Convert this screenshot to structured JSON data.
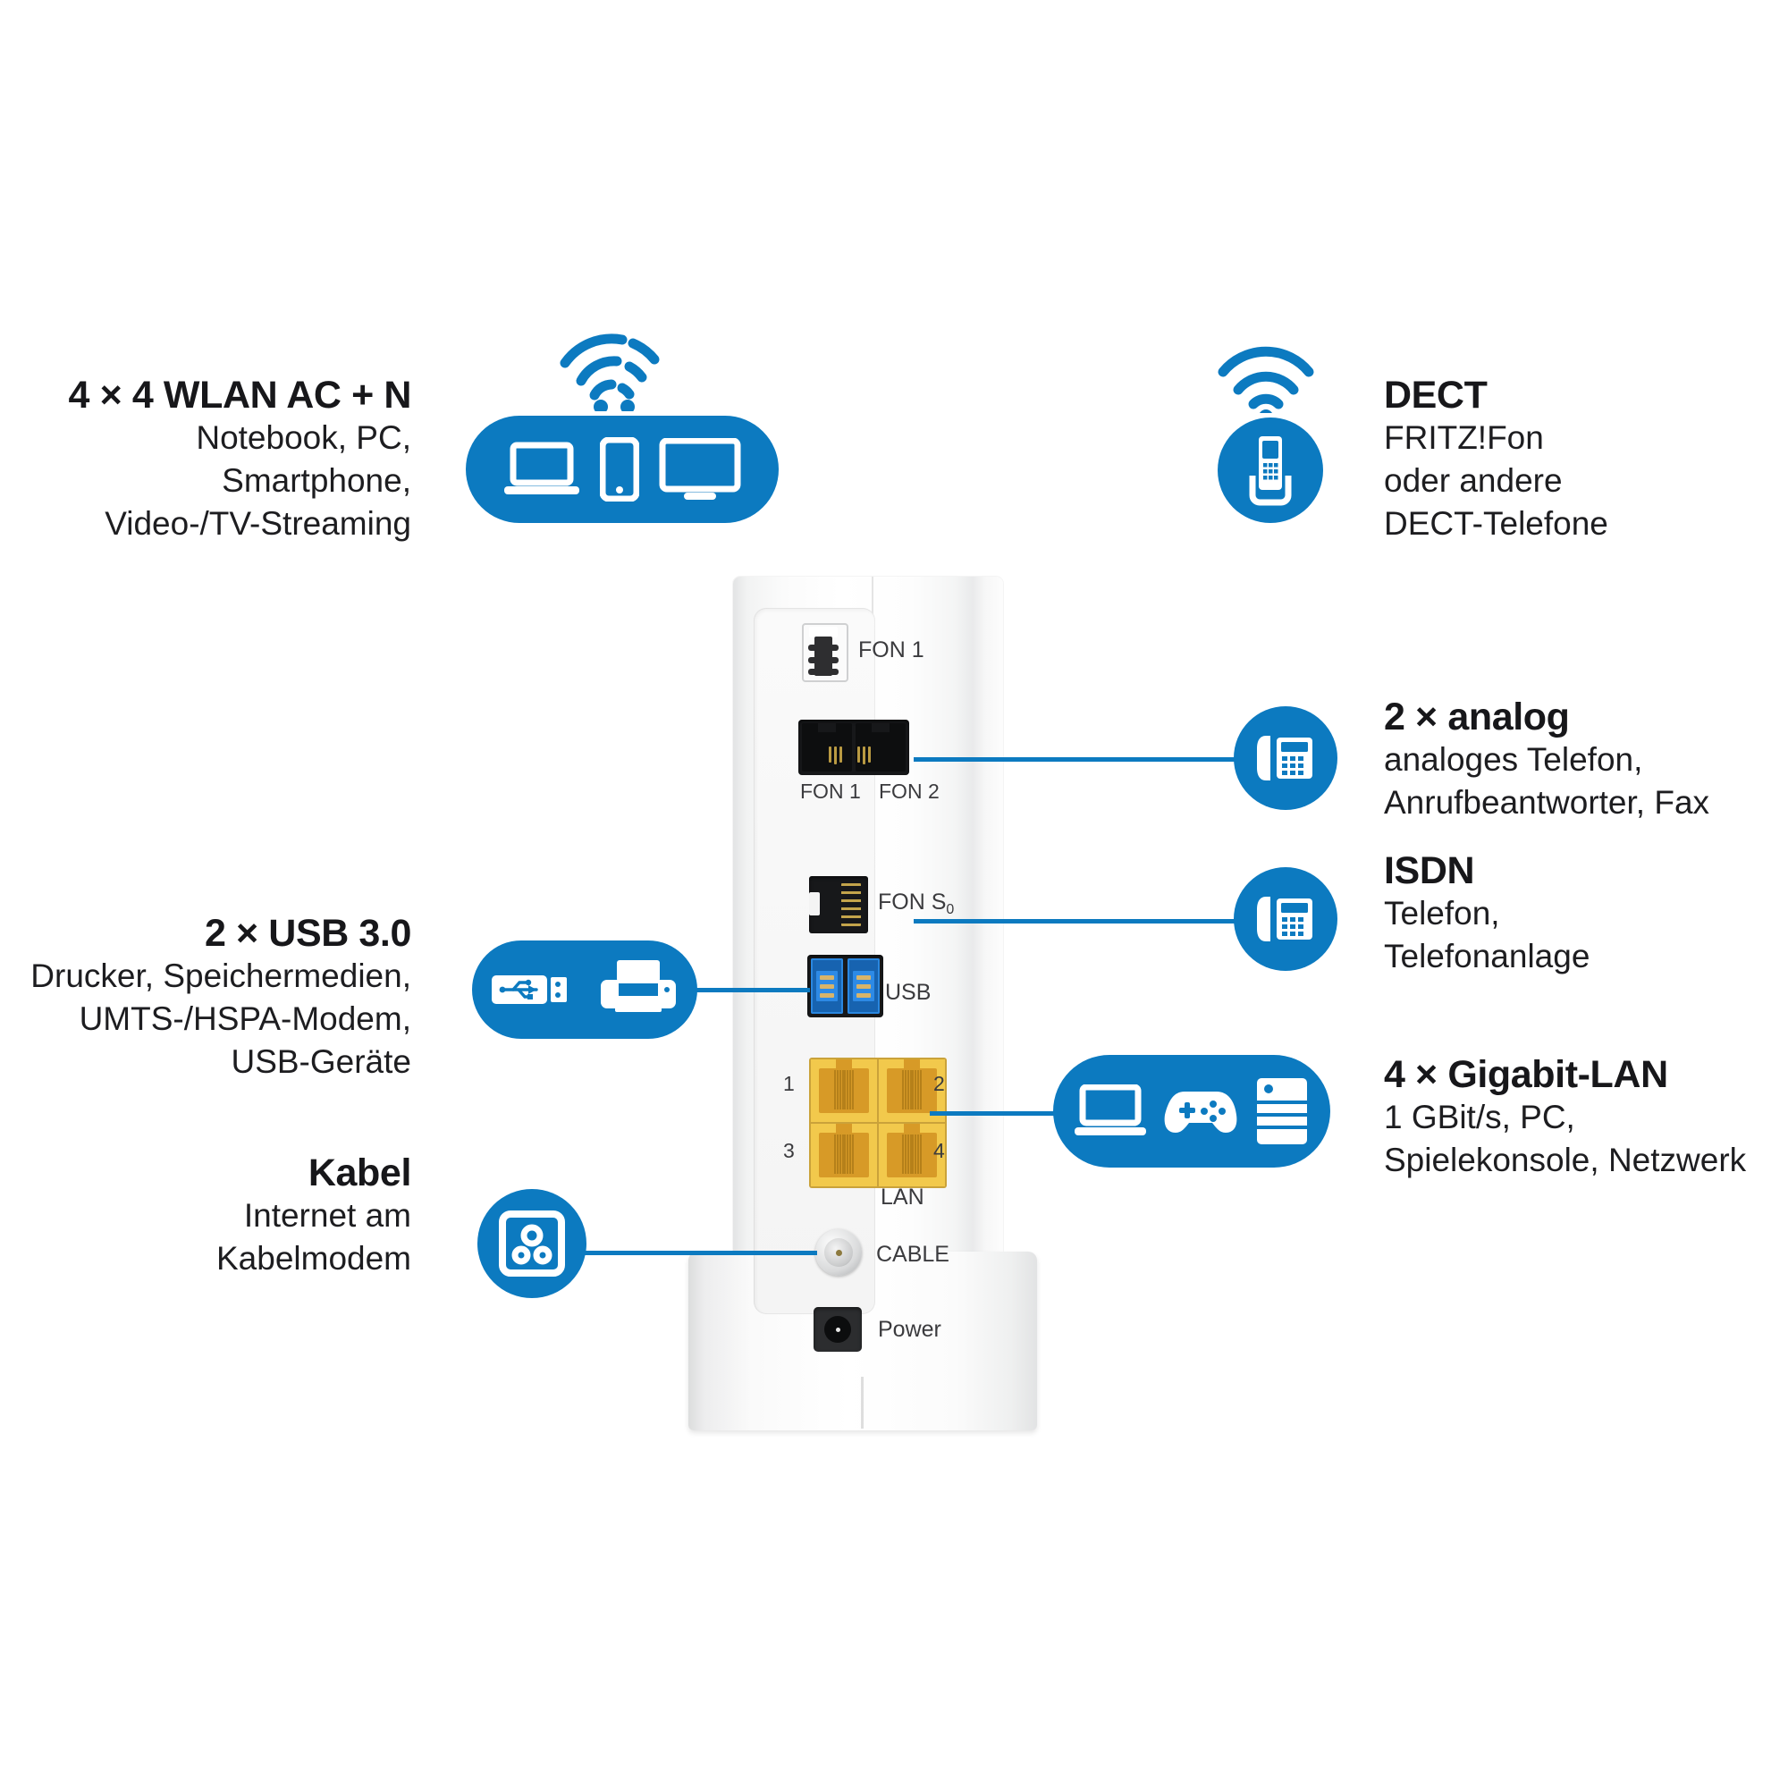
{
  "product": {
    "name": "FRITZ!Box cable router rear panel diagram",
    "accent_color": "#0c7ac0",
    "lan_port_color": "#f2c94c",
    "usb_port_color": "#1763b0"
  },
  "callouts": [
    {
      "id": "wlan",
      "title": "4 × 4 WLAN AC + N",
      "lines": [
        "Notebook, PC,",
        "Smartphone,",
        "Video-/TV-Streaming"
      ],
      "side": "left",
      "icons": [
        "wifi-icon",
        "laptop-icon",
        "smartphone-icon",
        "monitor-icon"
      ]
    },
    {
      "id": "dect",
      "title": "DECT",
      "lines": [
        "FRITZ!Fon",
        "oder andere",
        "DECT-Telefone"
      ],
      "side": "right",
      "icons": [
        "wifi-icon",
        "cordless-handset-icon"
      ]
    },
    {
      "id": "analog",
      "title": "2 × analog",
      "lines": [
        "analoges Telefon,",
        "Anrufbeantworter, Fax"
      ],
      "side": "right",
      "icons": [
        "desk-phone-icon"
      ]
    },
    {
      "id": "isdn",
      "title": "ISDN",
      "lines": [
        "Telefon,",
        "Telefonanlage"
      ],
      "side": "right",
      "icons": [
        "desk-phone-icon"
      ]
    },
    {
      "id": "lan",
      "title": "4 × Gigabit-LAN",
      "lines": [
        "1 GBit/s, PC,",
        "Spielekonsole, Netzwerk"
      ],
      "side": "right",
      "icons": [
        "laptop-icon",
        "gamepad-icon",
        "nas-icon"
      ]
    },
    {
      "id": "usb",
      "title": "2 × USB 3.0",
      "lines": [
        "Drucker, Speichermedien,",
        "UMTS-/HSPA-Modem,",
        "USB-Geräte"
      ],
      "side": "left",
      "icons": [
        "usb-stick-icon",
        "printer-icon"
      ]
    },
    {
      "id": "kabel",
      "title": "Kabel",
      "lines": [
        "Internet am",
        "Kabelmodem"
      ],
      "side": "left",
      "icons": [
        "coax-socket-icon"
      ]
    }
  ],
  "device_ports": {
    "tae_label": "FON 1",
    "fon1_label": "FON 1",
    "fon2_label": "FON 2",
    "fon_s0_label": "FON S",
    "fon_s0_sub": "0",
    "usb_label": "USB",
    "lan_label": "LAN",
    "lan_numbers": [
      "1",
      "2",
      "3",
      "4"
    ],
    "cable_label": "CABLE",
    "power_label": "Power"
  }
}
